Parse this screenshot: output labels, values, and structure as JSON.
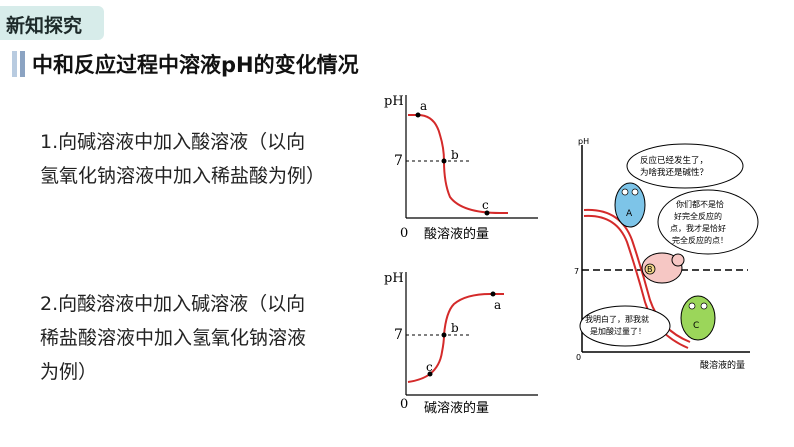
{
  "section_tag": "新知探究",
  "heading": "中和反应过程中溶液pH的变化情况",
  "paragraph1": {
    "line1": "1.向碱溶液中加入酸溶液（以向",
    "line2": "氢氧化钠溶液中加入稀盐酸为例）"
  },
  "paragraph2": {
    "line1": "2.向酸溶液中加入碱溶液（以向",
    "line2": "稀盐酸溶液中加入氢氧化钠溶液",
    "line3": "为例）"
  },
  "chart_data": [
    {
      "type": "line",
      "ylabel": "pH",
      "xlabel": "酸溶液的量",
      "origin_label": "0",
      "y_tick": "7",
      "points": [
        {
          "label": "a"
        },
        {
          "label": "b"
        },
        {
          "label": "c"
        }
      ],
      "trend": "decreasing",
      "color": "#d42a2a"
    },
    {
      "type": "line",
      "ylabel": "pH",
      "xlabel": "碱溶液的量",
      "origin_label": "0",
      "y_tick": "7",
      "points": [
        {
          "label": "c"
        },
        {
          "label": "b"
        },
        {
          "label": "a"
        }
      ],
      "trend": "increasing",
      "color": "#d42a2a"
    }
  ],
  "cartoon": {
    "ylabel": "pH",
    "xlabel": "酸溶液的量",
    "origin_label": "0",
    "y_tick": "7",
    "bubble1": {
      "line1": "反应已经发生了，",
      "line2": "为啥我还是碱性？"
    },
    "bubble2": {
      "line1": "你们都不是恰",
      "line2": "好完全反应的",
      "line3": "点，我才是恰好",
      "line4": "完全反应的点！"
    },
    "bubble3": {
      "line1": "我明白了，那我就",
      "line2": "是加酸过量了！"
    },
    "characters": [
      {
        "label": "A"
      },
      {
        "label": "B"
      },
      {
        "label": "C"
      }
    ]
  }
}
